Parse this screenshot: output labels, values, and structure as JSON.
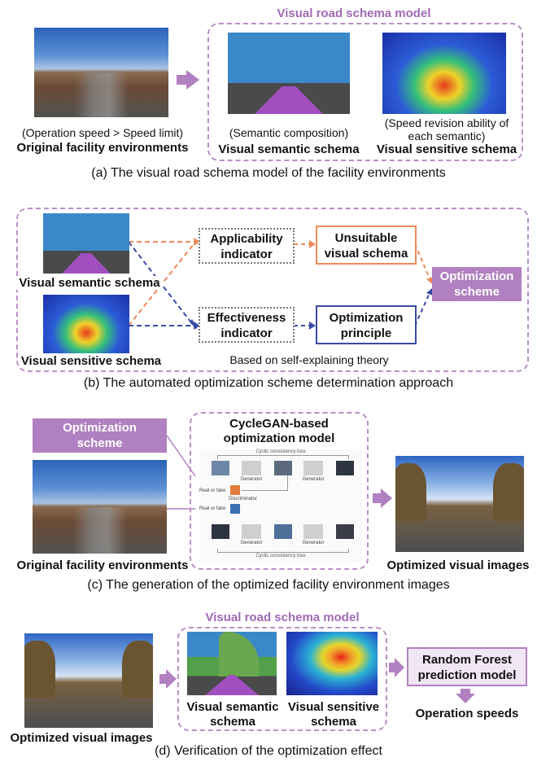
{
  "panel_a": {
    "box_title": "Visual road schema model",
    "left_note": "(Operation speed > Speed limit)",
    "left_label": "Original facility environments",
    "sem_note": "(Semantic composition)",
    "sem_label": "Visual semantic schema",
    "sens_note_1": "(Speed revision ability of",
    "sens_note_2": "each semantic)",
    "sens_label": "Visual sensitive schema",
    "caption": "(a) The visual road schema model of the facility environments"
  },
  "panel_b": {
    "sem_label": "Visual semantic schema",
    "sens_label": "Visual sensitive schema",
    "applicability_1": "Applicability",
    "applicability_2": "indicator",
    "effectiveness_1": "Effectiveness",
    "effectiveness_2": "indicator",
    "unsuitable_1": "Unsuitable",
    "unsuitable_2": "visual schema",
    "principle_1": "Optimization",
    "principle_2": "principle",
    "scheme_1": "Optimization",
    "scheme_2": "scheme",
    "theory_note": "Based on self-explaining theory",
    "caption": "(b) The automated optimization scheme determination approach"
  },
  "panel_c": {
    "scheme_1": "Optimization",
    "scheme_2": "scheme",
    "left_label": "Original facility environments",
    "model_title_1": "CycleGAN-based",
    "model_title_2": "optimization model",
    "cyclic_top": "Cyclic consistency loss",
    "cyclic_bottom": "Cyclic consistency loss",
    "generator": "Generator",
    "discriminator": "Discriminator",
    "real_or_fake": "Real or fake",
    "right_label": "Optimized visual images",
    "caption": "(c) The generation of the optimized facility environment images"
  },
  "panel_d": {
    "box_title": "Visual road schema model",
    "left_label": "Optimized visual images",
    "sem_label_1": "Visual semantic",
    "sem_label_2": "schema",
    "sens_label_1": "Visual sensitive",
    "sens_label_2": "schema",
    "rf_1": "Random Forest",
    "rf_2": "prediction model",
    "speeds": "Operation speeds",
    "caption": "(d) Verification of the optimization effect"
  },
  "colors": {
    "purple": "#b180c0",
    "dash_purple": "#b98fc7",
    "orange": "#ee8a5a",
    "navy": "#3a4aa2"
  }
}
